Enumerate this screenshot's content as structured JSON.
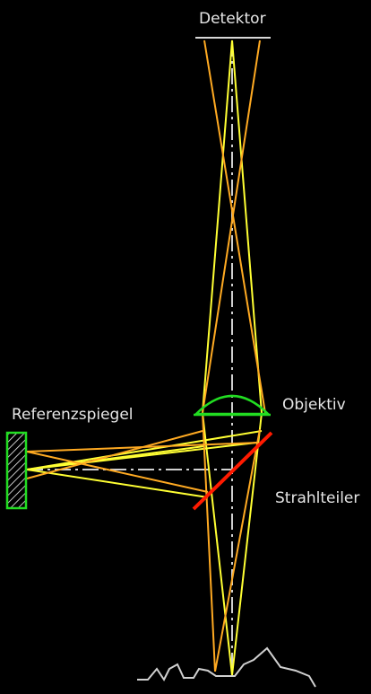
{
  "labels": {
    "detector": "Detektor",
    "objective": "Objektiv",
    "reference_mirror": "Referenzspiegel",
    "beam_splitter": "Strahlteiler"
  },
  "colors": {
    "background": "#000000",
    "text": "#e6e6e6",
    "optical_axis": "#d0d0d0",
    "detector": "#d8d8d8",
    "lens": "#22dd22",
    "mirror": "#22dd22",
    "beam_splitter": "#ff1a00",
    "ray_yellow": "#ffff33",
    "ray_orange": "#ffaa22",
    "sample_surface": "#d0d0d0"
  }
}
